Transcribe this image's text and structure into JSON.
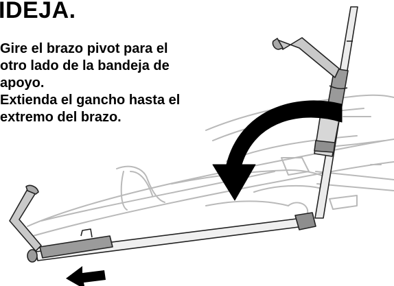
{
  "heading": "IDEJA.",
  "steps": [
    {
      "lines": [
        "Gire el brazo pivot para el",
        "otro lado de la bandeja de",
        "apoyo."
      ]
    },
    {
      "lines": [
        "Extienda el gancho hasta el",
        "extremo del brazo."
      ]
    }
  ],
  "icons": {
    "rotation_arrow": "curved-arrow-icon",
    "direction_arrow": "left-arrow-icon"
  },
  "colors": {
    "text": "#000000",
    "line_light": "#b5b5b5",
    "tube_fill": "#e8e8e8",
    "grip_fill": "#8a8a8a"
  }
}
